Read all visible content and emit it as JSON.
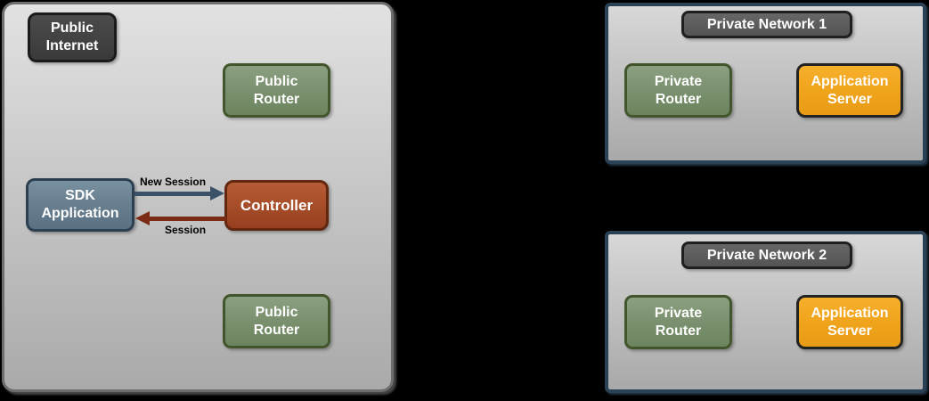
{
  "colors": {
    "background": "#000000",
    "public_zone_fill_top": "#e2e2e2",
    "public_zone_fill_bottom": "#aaaaaa",
    "public_zone_border": "#6e6e6e",
    "private_zone_border": "#2b4156",
    "dark_node_fill": "#3a3a3a",
    "dark_node_border": "#1b1b1b",
    "green_node_fill": "#7b9170",
    "green_node_border": "#42552c",
    "slate_node_fill": "#68808f",
    "slate_node_border": "#2d4052",
    "rust_node_fill": "#a84f2a",
    "rust_node_border": "#61270f",
    "orange_node_fill": "#f0a41c",
    "orange_node_border": "#232323",
    "header_node_fill": "#5a5a5a",
    "header_node_border": "#1f1f1f",
    "arrow_new_session": "#3a5168",
    "arrow_session": "#7c2b15",
    "node_text": "#ffffff",
    "arrow_label_text": "#000000"
  },
  "public_zone": {
    "internet_label": "Public Internet",
    "router_top_label": "Public Router",
    "router_bottom_label": "Public Router",
    "sdk_label": "SDK Application",
    "controller_label": "Controller",
    "arrow_new_session_label": "New Session",
    "arrow_session_label": "Session"
  },
  "private_network_1": {
    "title": "Private Network 1",
    "router_label": "Private Router",
    "server_label": "Application Server"
  },
  "private_network_2": {
    "title": "Private Network 2",
    "router_label": "Private Router",
    "server_label": "Application Server"
  }
}
